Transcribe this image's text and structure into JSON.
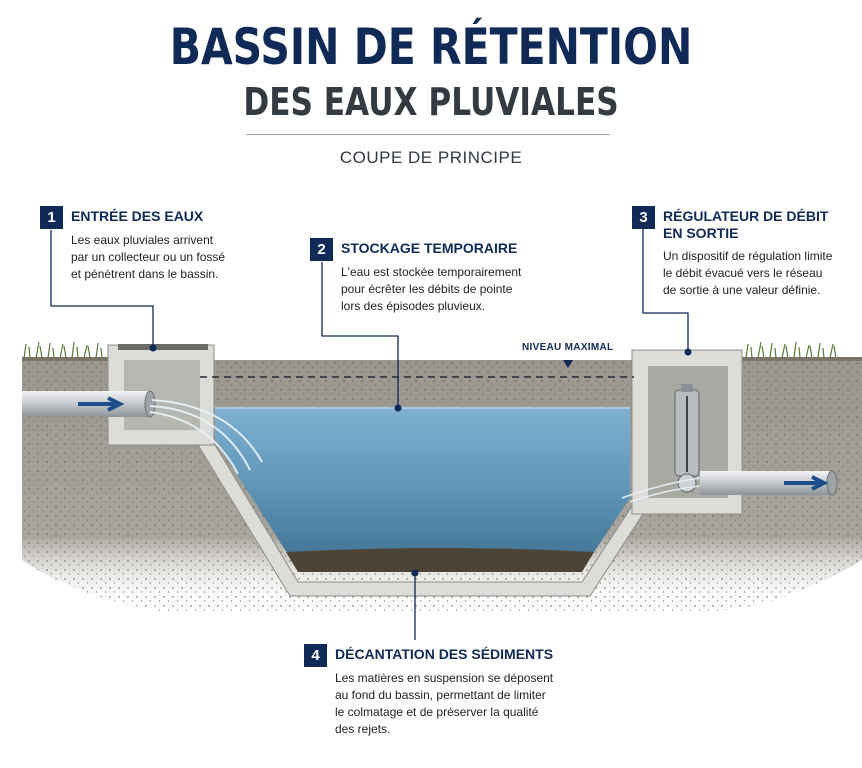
{
  "header": {
    "title_line1": "BASSIN DE RÉTENTION",
    "title_line2": "DES EAUX PLUVIALES",
    "subtitle": "COUPE DE PRINCIPE"
  },
  "callouts": [
    {
      "number": "1",
      "title": "ENTRÉE DES EAUX",
      "body": [
        "Les eaux pluviales arrivent",
        "par un collecteur ou un fossé",
        "et pénètrent dans le bassin."
      ]
    },
    {
      "number": "2",
      "title": "STOCKAGE TEMPORAIRE",
      "body": [
        "L'eau est stockée temporairement",
        "pour écrêter les débits de pointe",
        "lors des épisodes pluvieux."
      ]
    },
    {
      "number": "3",
      "title": "RÉGULATEUR DE DÉBIT",
      "title2": "EN SORTIE",
      "body": [
        "Un dispositif de régulation limite",
        "le débit évacué vers le réseau",
        "de sortie à une valeur définie."
      ]
    },
    {
      "number": "4",
      "title": "DÉCANTATION DES SÉDIMENTS",
      "body": [
        "Les matières en suspension se déposent",
        "au fond du bassin, permettant de limiter",
        "le colmatage et de préserver la qualité",
        "des rejets."
      ]
    }
  ],
  "labels": {
    "max_level": "NIVEAU MAXIMAL"
  },
  "colors": {
    "navy": "#0f2a57",
    "water": "#5f95b8",
    "soil": "#8f8a82",
    "concrete": "#d9d9d6"
  }
}
